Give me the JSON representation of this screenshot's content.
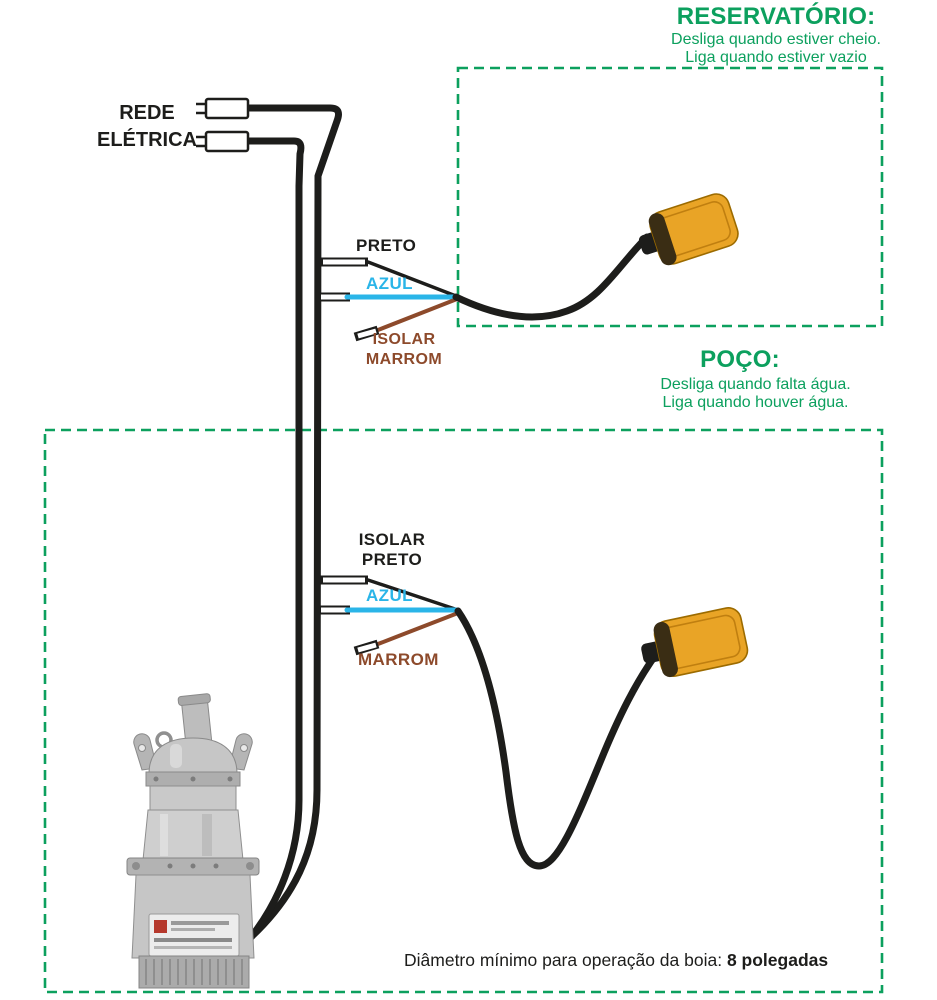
{
  "colors": {
    "green": "#0ca05e",
    "cyan": "#2ab5e8",
    "brown": "#8d4a2b",
    "cable": "#1d1d1b",
    "orange": "#e9a426"
  },
  "reservoir": {
    "title": "RESERVATÓRIO:",
    "line1": "Desliga quando estiver cheio.",
    "line2": "Liga quando estiver vazio"
  },
  "power": {
    "line1": "REDE",
    "line2": "ELÉTRICA"
  },
  "reservoir_wires": {
    "black": "PRETO",
    "blue": "AZUL",
    "isolate_line1": "ISOLAR",
    "isolate_line2": "MARROM"
  },
  "well": {
    "title": "POÇO:",
    "line1": "Desliga quando falta água.",
    "line2": "Liga quando houver água."
  },
  "well_wires": {
    "isolate_line1": "ISOLAR",
    "isolate_line2": "PRETO",
    "blue": "AZUL",
    "brown": "MARROM"
  },
  "footer": {
    "text": "Diâmetro mínimo para operação da boia: ",
    "highlight": "8 polegadas"
  }
}
